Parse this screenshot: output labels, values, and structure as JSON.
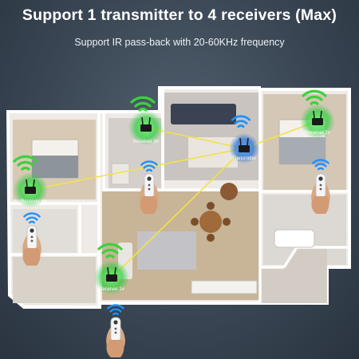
{
  "header": {
    "title": "Support 1 transmitter to 4 receivers (Max)",
    "subtitle": "Support IR pass-back with 20-60KHz frequency"
  },
  "devices": {
    "transmitter": "Transmitter",
    "receiver_1": "Receiver 1#",
    "receiver_2": "Receiver 2#",
    "receiver_3": "Receiver 3#",
    "receiver_4": "Receiver 4#"
  },
  "colors": {
    "background": "#3a4654",
    "signal_line": "#f2e24a",
    "wifi_green": "#3cd23c",
    "wifi_blue": "#1e90ff",
    "receiver_glow": "#2ecc40",
    "transmitter_glow": "#1e6fd9"
  },
  "icons": [
    "wifi-signal-icon",
    "remote-control-icon",
    "hand-icon",
    "receiver-device-icon",
    "transmitter-device-icon"
  ]
}
